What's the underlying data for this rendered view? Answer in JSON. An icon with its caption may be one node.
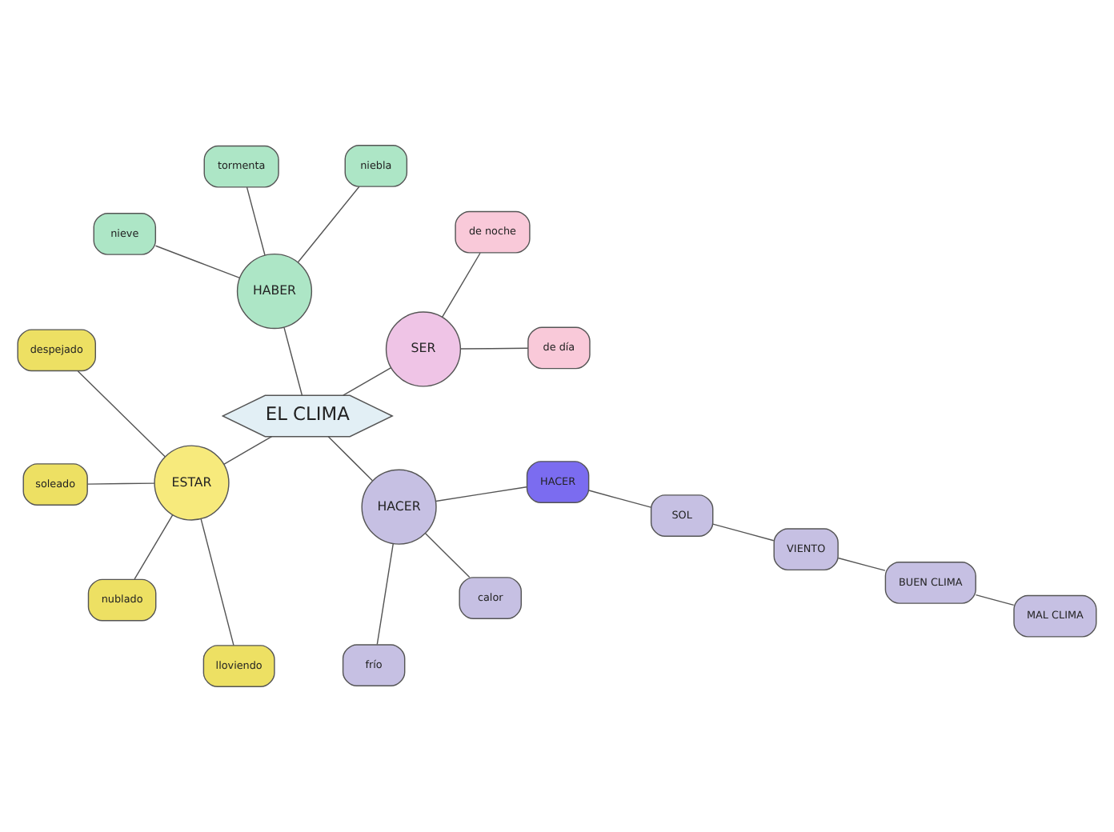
{
  "diagram": {
    "nodes": [
      {
        "text": [
          "EL CLIMA"
        ]
      },
      {
        "text": [
          "SER"
        ]
      },
      {
        "text": [
          "de día"
        ]
      },
      {
        "text": [
          "de noche"
        ]
      },
      {
        "text": [
          "HABER"
        ]
      },
      {
        "text": [
          "niebla"
        ]
      },
      {
        "text": [
          "tormenta"
        ]
      },
      {
        "text": [
          "nieve"
        ]
      },
      {
        "text": [
          "ESTAR"
        ]
      },
      {
        "text": [
          "despejado"
        ]
      },
      {
        "text": [
          "soleado"
        ]
      },
      {
        "text": [
          "nublado"
        ]
      },
      {
        "text": [
          "lloviendo"
        ]
      },
      {
        "text": [
          "HACER"
        ]
      },
      {
        "text": [
          "frío"
        ]
      },
      {
        "text": [
          "calor"
        ]
      },
      {
        "text": [
          "HACER"
        ]
      },
      {
        "text": [
          "SOL"
        ]
      },
      {
        "text": [
          "VIENTO"
        ]
      },
      {
        "text": [
          "BUEN CLIMA"
        ]
      },
      {
        "text": [
          "MAL CLIMA"
        ]
      }
    ],
    "edges": [
      {
        "from": 0,
        "to": 1,
        "arrow": "none"
      },
      {
        "from": 1,
        "to": 2,
        "arrow": "none"
      },
      {
        "from": 1,
        "to": 3,
        "arrow": "none"
      },
      {
        "from": 0,
        "to": 4,
        "arrow": "none"
      },
      {
        "from": 4,
        "to": 5,
        "arrow": "none"
      },
      {
        "from": 4,
        "to": 6,
        "arrow": "none"
      },
      {
        "from": 4,
        "to": 7,
        "arrow": "none"
      },
      {
        "from": 0,
        "to": 8,
        "arrow": "none"
      },
      {
        "from": 8,
        "to": 9,
        "arrow": "none"
      },
      {
        "from": 8,
        "to": 10,
        "arrow": "none"
      },
      {
        "from": 8,
        "to": 11,
        "arrow": "none"
      },
      {
        "from": 8,
        "to": 12,
        "arrow": "none"
      },
      {
        "from": 0,
        "to": 13,
        "arrow": "none"
      },
      {
        "from": 13,
        "to": 14,
        "arrow": "none"
      },
      {
        "from": 13,
        "to": 15,
        "arrow": "none"
      },
      {
        "from": 13,
        "to": 16,
        "arrow": "none"
      },
      {
        "from": 16,
        "to": 17,
        "arrow": "none"
      },
      {
        "from": 17,
        "to": 18,
        "arrow": "none"
      },
      {
        "from": 18,
        "to": 19,
        "arrow": "none"
      },
      {
        "from": 19,
        "to": 20,
        "arrow": "none"
      }
    ]
  }
}
